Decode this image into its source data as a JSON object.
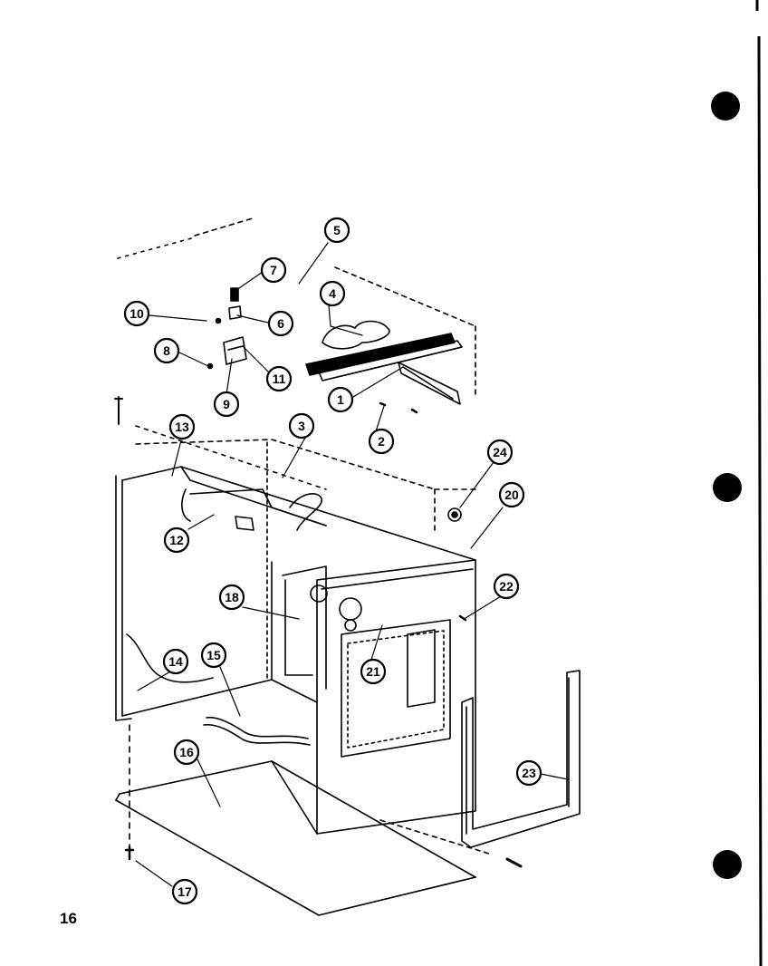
{
  "page": {
    "number": "16"
  },
  "callouts": [
    {
      "id": "c1",
      "label": "1"
    },
    {
      "id": "c2",
      "label": "2"
    },
    {
      "id": "c3",
      "label": "3"
    },
    {
      "id": "c4",
      "label": "4"
    },
    {
      "id": "c5",
      "label": "5"
    },
    {
      "id": "c6",
      "label": "6"
    },
    {
      "id": "c7",
      "label": "7"
    },
    {
      "id": "c8",
      "label": "8"
    },
    {
      "id": "c9",
      "label": "9"
    },
    {
      "id": "c10",
      "label": "10"
    },
    {
      "id": "c11",
      "label": "11"
    },
    {
      "id": "c12",
      "label": "12"
    },
    {
      "id": "c13",
      "label": "13"
    },
    {
      "id": "c14",
      "label": "14"
    },
    {
      "id": "c15",
      "label": "15"
    },
    {
      "id": "c16",
      "label": "16"
    },
    {
      "id": "c17",
      "label": "17"
    },
    {
      "id": "c18",
      "label": "18"
    },
    {
      "id": "c20",
      "label": "20"
    },
    {
      "id": "c21",
      "label": "21"
    },
    {
      "id": "c22",
      "label": "22"
    },
    {
      "id": "c23",
      "label": "23"
    },
    {
      "id": "c24",
      "label": "24"
    }
  ],
  "colors": {
    "ink": "#000000",
    "paper": "#ffffff"
  }
}
